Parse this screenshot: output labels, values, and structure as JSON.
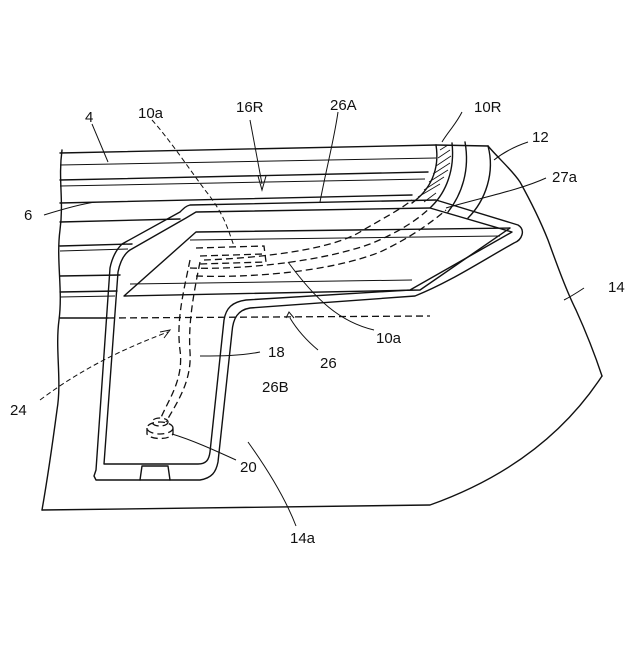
{
  "labels": {
    "l4": "4",
    "l10a_top": "10a",
    "l16R": "16R",
    "l26A": "26A",
    "l10R": "10R",
    "l12": "12",
    "l27a": "27a",
    "l6": "6",
    "l14": "14",
    "l10a_mid": "10a",
    "l18": "18",
    "l26": "26",
    "l26B": "26B",
    "l24": "24",
    "l20": "20",
    "l14a": "14a"
  }
}
